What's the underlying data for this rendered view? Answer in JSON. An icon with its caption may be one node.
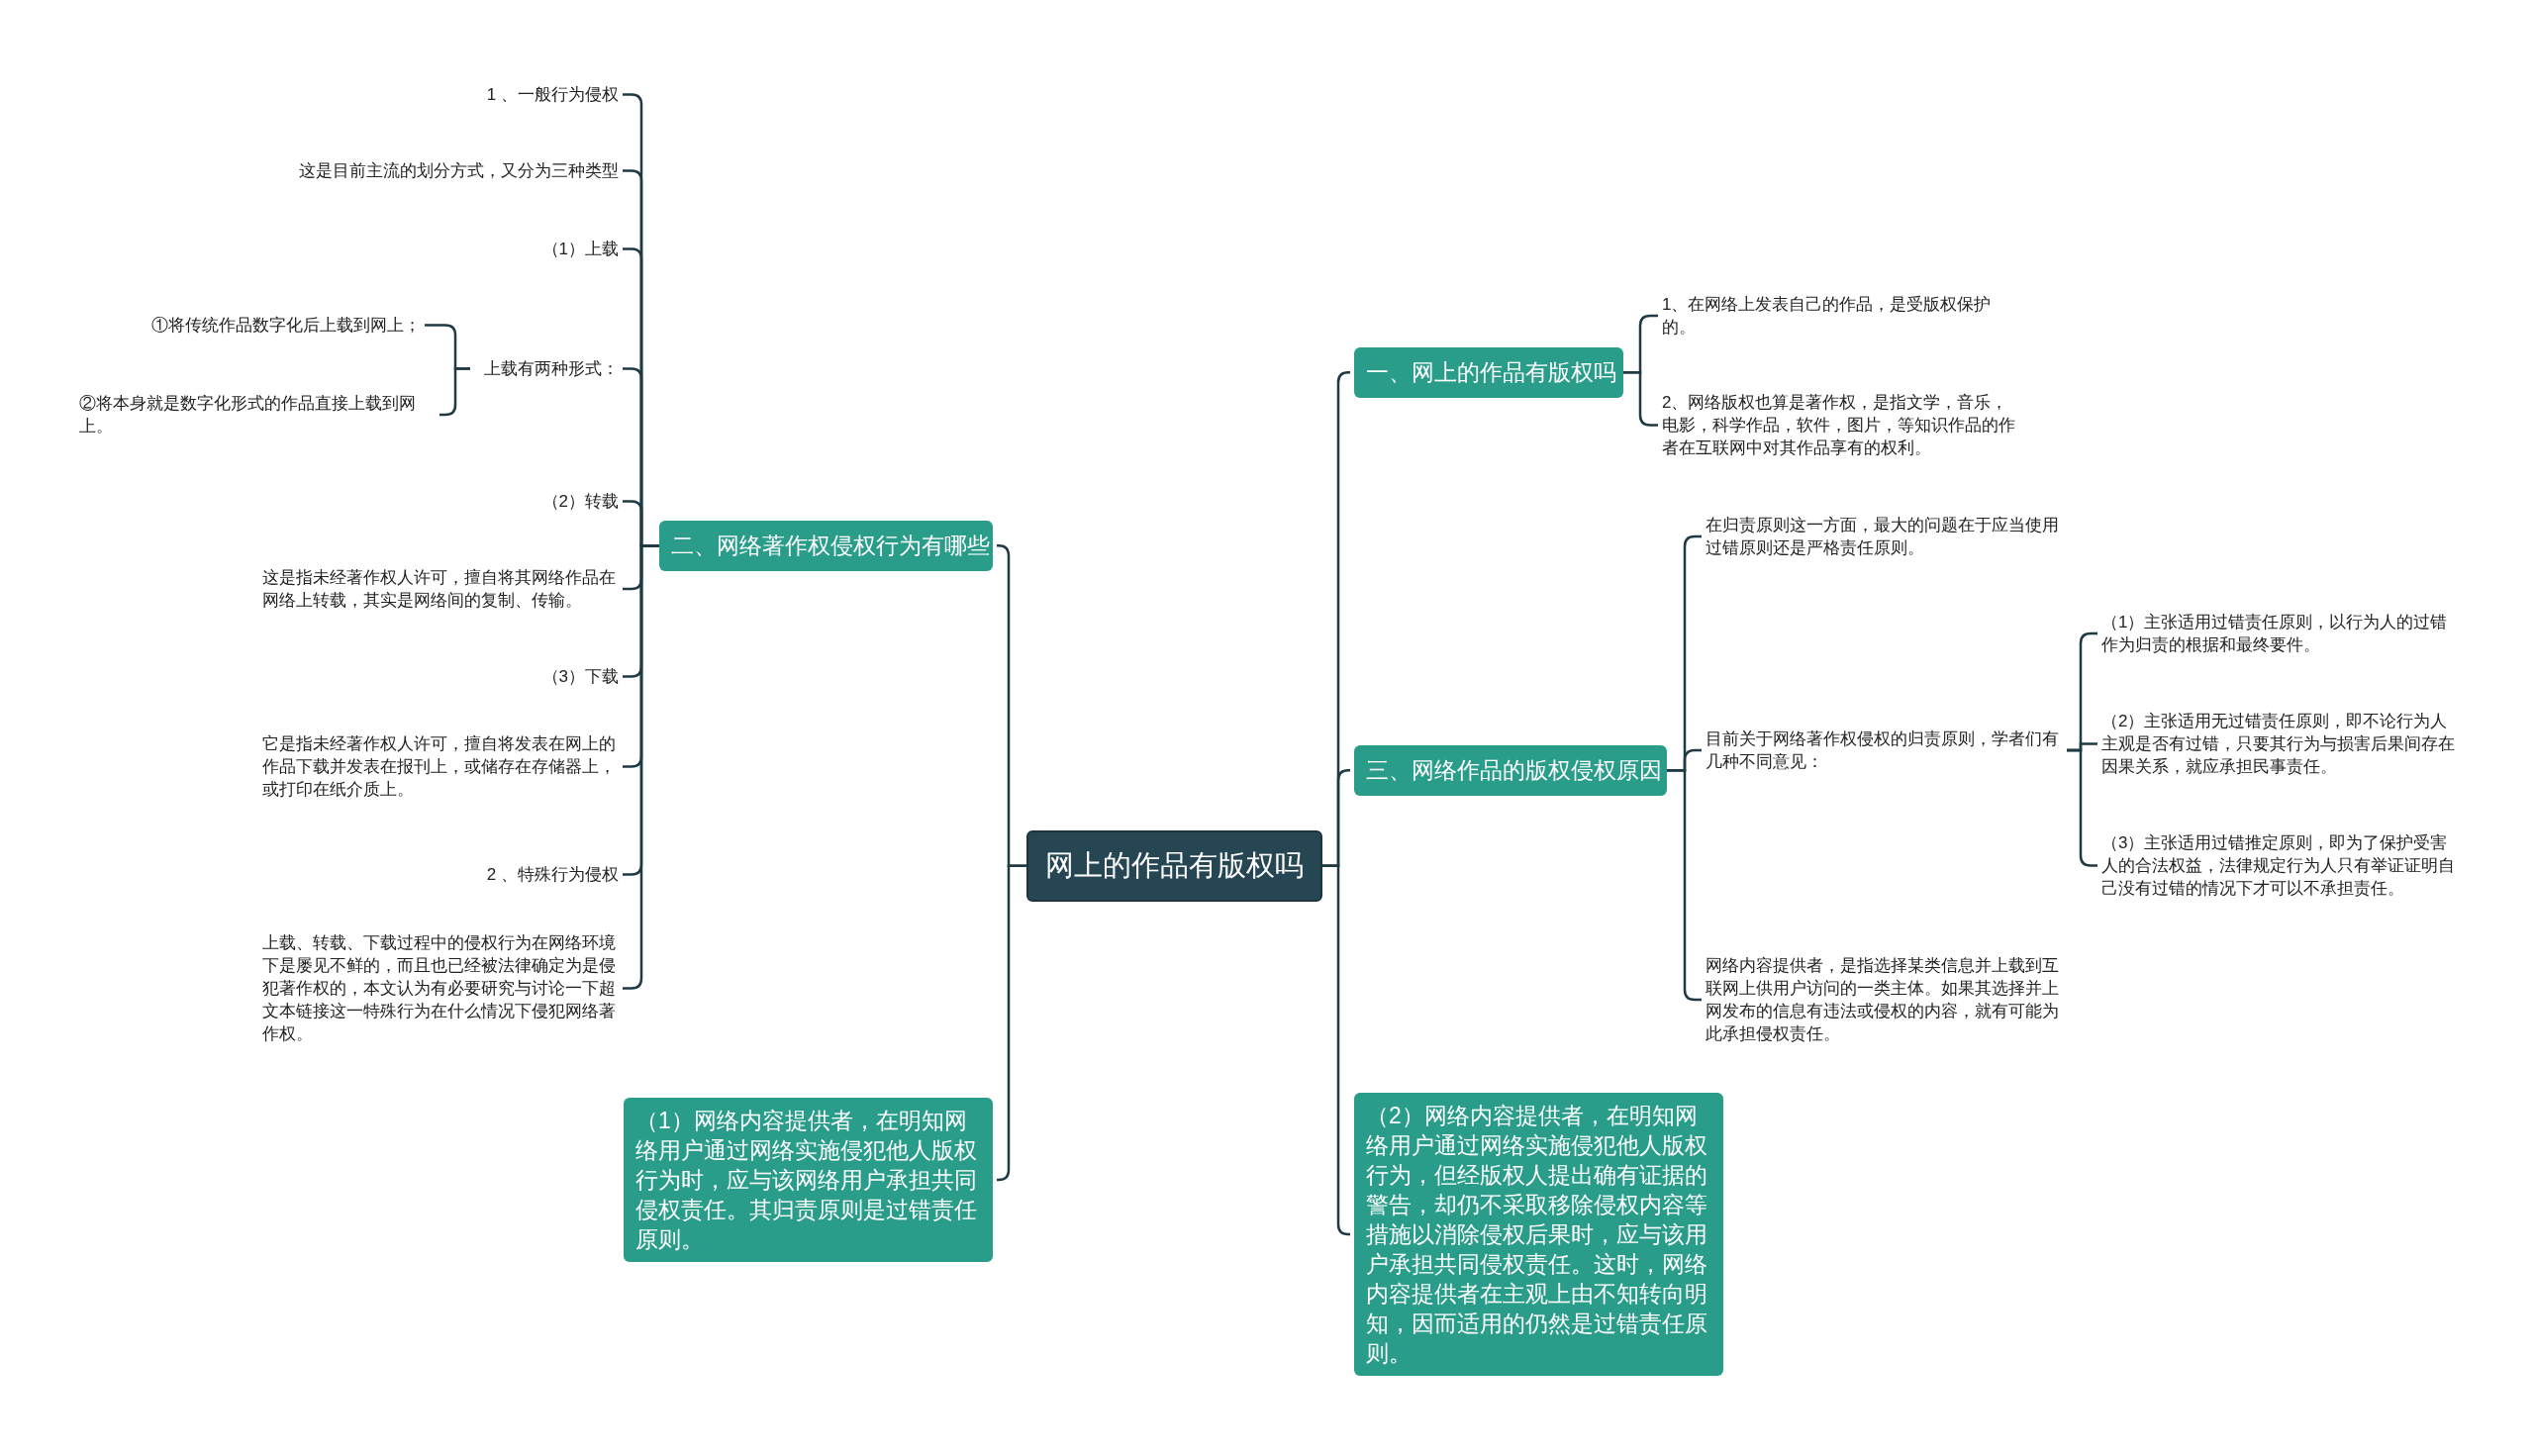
{
  "diagram": {
    "nodes": [
      {
        "text": [
          "网上的作品有版权吗"
        ]
      },
      {
        "text": [
          "一、网上的作品有版权吗"
        ]
      },
      {
        "text": [
          "1、在网络上发表自己的作品，是受版权保护的。"
        ]
      },
      {
        "text": [
          "2、网络版权也算是著作权，是指文学，音乐，电影，科学作品，软件，图片，等知识作品的作者在互联网中对其作品享有的权利。"
        ]
      },
      {
        "text": [
          "三、网络作品的版权侵权原因"
        ]
      },
      {
        "text": [
          "在归责原则这一方面，最大的问题在于应当使用过错原则还是严格责任原则。"
        ]
      },
      {
        "text": [
          "目前关于网络著作权侵权的归责原则，学者们有几种不同意见："
        ]
      },
      {
        "text": [
          "（1）主张适用过错责任原则，以行为人的过错作为归责的根据和最终要件。"
        ]
      },
      {
        "text": [
          "（2）主张适用无过错责任原则，即不论行为人主观是否有过错，只要其行为与损害后果间存在因果关系，就应承担民事责任。"
        ]
      },
      {
        "text": [
          "（3）主张适用过错推定原则，即为了保护受害人的合法权益，法律规定行为人只有举证证明自己没有过错的情况下才可以不承担责任。"
        ]
      },
      {
        "text": [
          "网络内容提供者，是指选择某类信息并上载到互联网上供用户访问的一类主体。如果其选择并上网发布的信息有违法或侵权的内容，就有可能为此承担侵权责任。"
        ]
      },
      {
        "text": [
          "（2）网络内容提供者，在明知网络用户通过网络实施侵犯他人版权行为，但经版权人提出确有证据的警告，却仍不采取移除侵权内容等措施以消除侵权后果时，应与该用户承担共同侵权责任。这时，网络内容提供者在主观上由不知转向明知，因而适用的仍然是过错责任原则。"
        ]
      },
      {
        "text": [
          "二、网络著作权侵权行为有哪些"
        ]
      },
      {
        "text": [
          "1 、一般行为侵权"
        ]
      },
      {
        "text": [
          "这是目前主流的划分方式，又分为三种类型"
        ]
      },
      {
        "text": [
          "（1）上载"
        ]
      },
      {
        "text": [
          "上载有两种形式："
        ]
      },
      {
        "text": [
          "①将传统作品数字化后上载到网上；"
        ]
      },
      {
        "text": [
          "②将本身就是数字化形式的作品直接上载到网上。"
        ]
      },
      {
        "text": [
          "（2）转载"
        ]
      },
      {
        "text": [
          "这是指未经著作权人许可，擅自将其网络作品在网络上转载，其实是网络间的复制、传输。"
        ]
      },
      {
        "text": [
          "（3）下载"
        ]
      },
      {
        "text": [
          "它是指未经著作权人许可，擅自将发表在网上的作品下载并发表在报刊上，或储存在存储器上，或打印在纸介质上。"
        ]
      },
      {
        "text": [
          "2 、特殊行为侵权"
        ]
      },
      {
        "text": [
          "上载、转载、下载过程中的侵权行为在网络环境下是屡见不鲜的，而且也已经被法律确定为是侵犯著作权的，本文认为有必要研究与讨论一下超文本链接这一特殊行为在什么情况下侵犯网络著作权。"
        ]
      },
      {
        "text": [
          "（1）网络内容提供者，在明知网络用户通过网络实施侵犯他人版权行为时，应与该网络用户承担共同侵权责任。其归责原则是过错责任原则。"
        ]
      }
    ],
    "edges": [
      {
        "from": 0,
        "to": 1,
        "arrow": "none"
      },
      {
        "from": 0,
        "to": 4,
        "arrow": "none"
      },
      {
        "from": 0,
        "to": 11,
        "arrow": "none"
      },
      {
        "from": 0,
        "to": 12,
        "arrow": "none"
      },
      {
        "from": 0,
        "to": 25,
        "arrow": "none"
      },
      {
        "from": 1,
        "to": 2,
        "arrow": "none"
      },
      {
        "from": 1,
        "to": 3,
        "arrow": "none"
      },
      {
        "from": 4,
        "to": 5,
        "arrow": "none"
      },
      {
        "from": 4,
        "to": 6,
        "arrow": "none"
      },
      {
        "from": 4,
        "to": 10,
        "arrow": "none"
      },
      {
        "from": 6,
        "to": 7,
        "arrow": "none"
      },
      {
        "from": 6,
        "to": 8,
        "arrow": "none"
      },
      {
        "from": 6,
        "to": 9,
        "arrow": "none"
      },
      {
        "from": 12,
        "to": 13,
        "arrow": "none"
      },
      {
        "from": 12,
        "to": 14,
        "arrow": "none"
      },
      {
        "from": 12,
        "to": 15,
        "arrow": "none"
      },
      {
        "from": 12,
        "to": 16,
        "arrow": "none"
      },
      {
        "from": 12,
        "to": 19,
        "arrow": "none"
      },
      {
        "from": 12,
        "to": 20,
        "arrow": "none"
      },
      {
        "from": 12,
        "to": 21,
        "arrow": "none"
      },
      {
        "from": 12,
        "to": 22,
        "arrow": "none"
      },
      {
        "from": 12,
        "to": 23,
        "arrow": "none"
      },
      {
        "from": 12,
        "to": 24,
        "arrow": "none"
      },
      {
        "from": 16,
        "to": 17,
        "arrow": "none"
      },
      {
        "from": 16,
        "to": 18,
        "arrow": "none"
      }
    ]
  }
}
